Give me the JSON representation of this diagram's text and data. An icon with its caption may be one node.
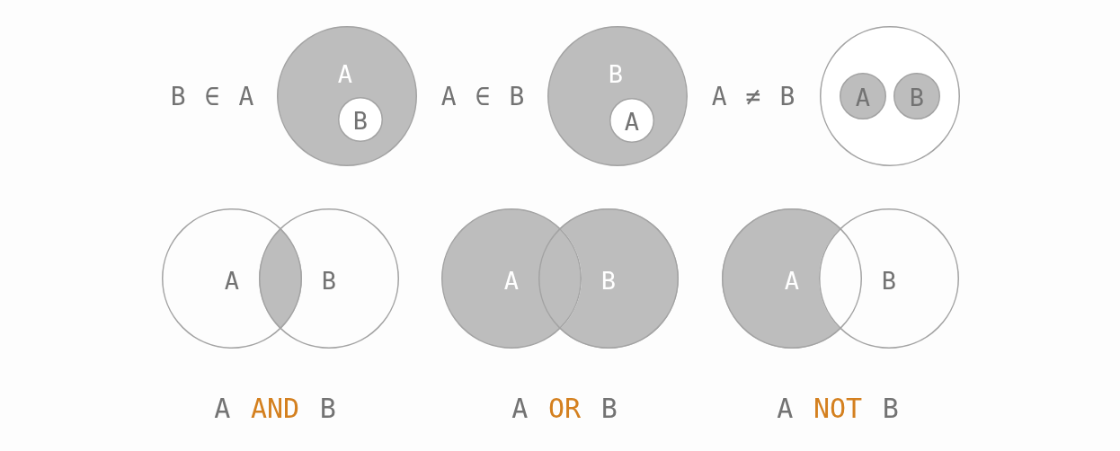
{
  "diagram": {
    "nodes": [
      {
        "text": [
          "A"
        ]
      },
      {
        "text": [
          "B"
        ],
        "in": 0
      },
      {
        "text": [
          "B"
        ]
      },
      {
        "text": [
          "A"
        ],
        "in": 2
      },
      {
        "text": [],
        "shape": "circle"
      },
      {
        "text": [
          "A"
        ],
        "in": 4
      },
      {
        "text": [
          "B"
        ],
        "in": 4
      },
      {
        "text": [
          "A"
        ]
      },
      {
        "text": [
          "B"
        ]
      },
      {
        "text": [],
        "shape": "lens"
      },
      {
        "text": [
          "A"
        ]
      },
      {
        "text": [
          "B"
        ]
      },
      {
        "text": [
          "A"
        ]
      },
      {
        "text": [
          "B"
        ]
      }
    ],
    "labels": [
      "B ∈ A",
      "A ∈ B",
      "A ≠ B",
      "A AND B",
      "A OR B",
      "A NOT B"
    ]
  }
}
